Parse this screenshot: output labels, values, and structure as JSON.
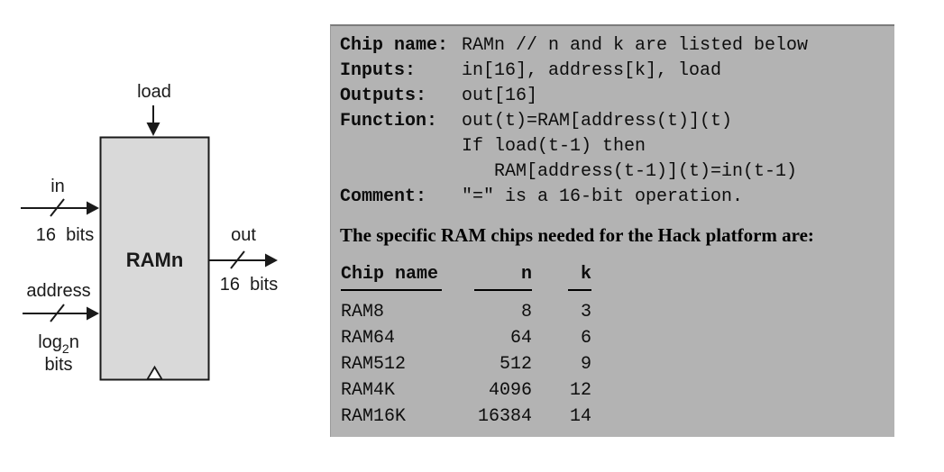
{
  "colors": {
    "panel_bg": "#b3b3b3",
    "chip_fill": "#d9d9d9",
    "ink": "#000000"
  },
  "diagram": {
    "chip_label": "RAMn",
    "load_label": "load",
    "in_label": "in",
    "in_bits": "16  bits",
    "address_label": "address",
    "address_bits_log": {
      "prefix": "log",
      "sub": "2",
      "suffix": "n"
    },
    "address_bits_word": "bits",
    "out_label": "out",
    "out_bits": "16  bits"
  },
  "panel": {
    "spec_rows": [
      {
        "label": "Chip name:",
        "value": "RAMn // n and k are listed below"
      },
      {
        "label": "Inputs:",
        "value": "in[16], address[k], load"
      },
      {
        "label": "Outputs:",
        "value": "out[16]"
      },
      {
        "label": "Function:",
        "value": "out(t)=RAM[address(t)](t)"
      },
      {
        "label": "",
        "value": "If load(t-1) then"
      },
      {
        "label": "",
        "value": "   RAM[address(t-1)](t)=in(t-1)"
      },
      {
        "label": "Comment:",
        "value": "\"=\" is a 16-bit operation."
      }
    ],
    "heading": "The specific RAM chips needed for the Hack platform are:",
    "table": {
      "headers": [
        "Chip name",
        "n",
        "k"
      ],
      "rows": [
        {
          "chip": "RAM8",
          "n": "8",
          "k": "3"
        },
        {
          "chip": "RAM64",
          "n": "64",
          "k": "6"
        },
        {
          "chip": "RAM512",
          "n": "512",
          "k": "9"
        },
        {
          "chip": "RAM4K",
          "n": "4096",
          "k": "12"
        },
        {
          "chip": "RAM16K",
          "n": "16384",
          "k": "14"
        }
      ]
    }
  }
}
